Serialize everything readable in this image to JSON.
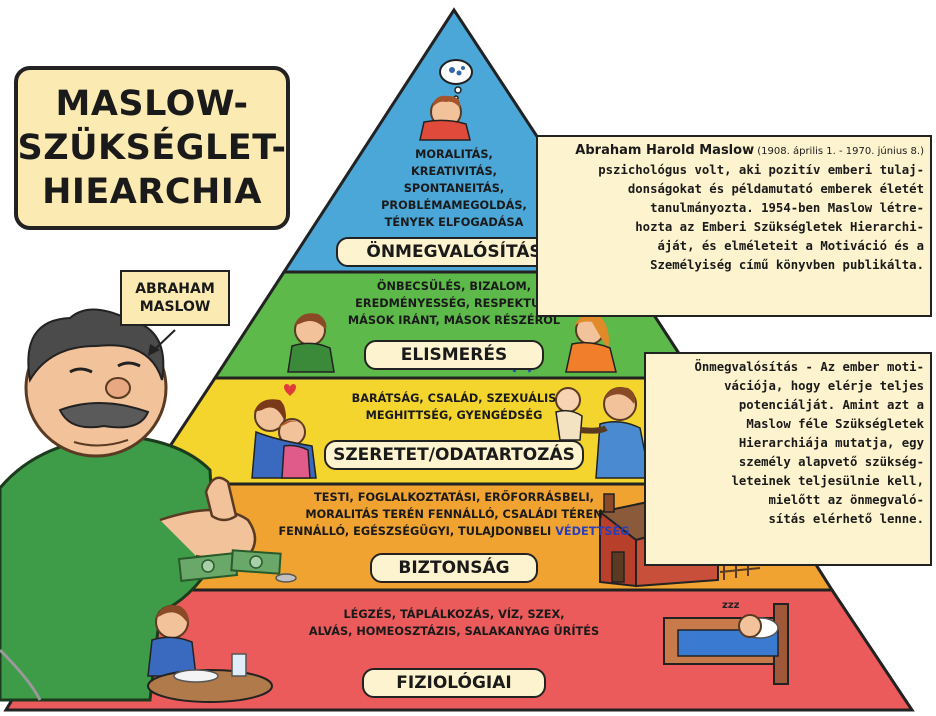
{
  "title": [
    "MASLOW-",
    "SZÜKSÉGLET-",
    "HIEARCHIA"
  ],
  "person_label": [
    "ABRAHAM",
    "MASLOW"
  ],
  "tiers": [
    {
      "name": "ÖNMEGVALÓSÍTÁS",
      "items": [
        "MORALITÁS,",
        "KREATIVITÁS,",
        "SPONTANEITÁS,",
        "PROBLÉMAMEGOLDÁS,",
        "TÉNYEK ELFOGADÁSA"
      ],
      "color": "#4aa7d8"
    },
    {
      "name": "ELISMERÉS",
      "items": [
        "ÖNBECSÜLÉS, BIZALOM,",
        "EREDMÉNYESSÉG, RESPEKTUS:",
        "MÁSOK IRÁNT, MÁSOK RÉSZÉRŐL"
      ],
      "color": "#5cb94a"
    },
    {
      "name": "SZERETET/ODATARTOZÁS",
      "items": [
        "BARÁTSÁG, CSALÁD, SZEXUÁLIS",
        "MEGHITTSÉG, GYENGÉDSÉG"
      ],
      "color": "#f3d52d"
    },
    {
      "name": "BIZTONSÁG",
      "items": [
        "TESTI, FOGLALKOZTATÁSI, ERŐFORRÁSBELI,",
        "MORALITÁS TERÉN FENNÁLLÓ, CSALÁDI TÉREN"
      ],
      "line3_black": "FENNÁLLÓ, EGÉSZSÉGÜGYI, TULAJDONBELI ",
      "line3_blue": "VÉDETTSÉG",
      "color": "#f0a330"
    },
    {
      "name": "FIZIOLÓGIAI",
      "items": [
        "LÉGZÉS, TÁPLÁLKOZÁS, VÍZ, SZEX,",
        "ALVÁS, HOMEOSZTÁZIS, SALAKANYAG ÜRÍTÉS"
      ],
      "color": "#ec5b5b"
    }
  ],
  "info1": {
    "name": "Abraham Harold Maslow",
    "dates": " (1908. április 1. - 1970. június 8.)",
    "lines": [
      "pszichológus volt, aki pozitív emberi tulaj-",
      "donságokat és példamutató emberek életét",
      "tanulmányozta. 1954-ben Maslow létre-",
      "hozta az Emberi Szükségletek Hierarchi-",
      "áját, és elméleteit a Motiváció és a",
      "Személyiség című könyvben publikálta."
    ]
  },
  "info2": {
    "lines": [
      "Önmegvalósítás - Az ember moti-",
      "vációja, hogy elérje teljes",
      "potenciálját. Amint azt a",
      "Maslow féle Szükségletek",
      "Hierarchiája mutatja, egy",
      "személy alapvető szükség-",
      "leteinek teljesülnie kell,",
      "mielőtt az önmegvaló-",
      "sítás elérhető lenne."
    ]
  },
  "sleep_sound": "zzz"
}
